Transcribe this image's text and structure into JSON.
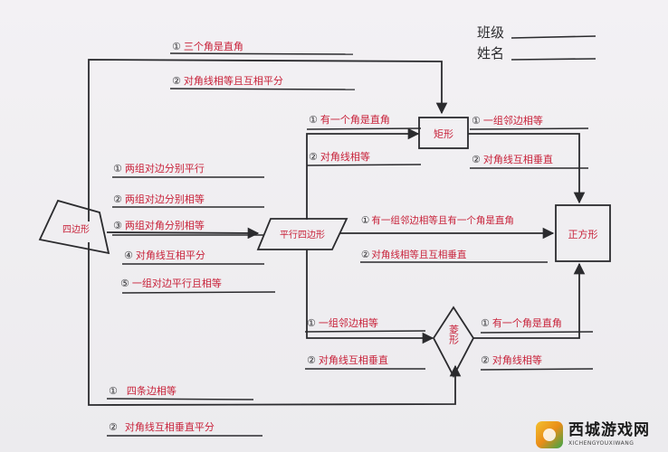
{
  "header": {
    "class_label": "班级",
    "name_label": "姓名"
  },
  "nodes": {
    "quadrilateral": "四边形",
    "parallelogram": "平行四边形",
    "rectangle": "矩形",
    "rhombus": "菱形",
    "square": "正方形"
  },
  "to_parallelogram": [
    {
      "num": "①",
      "text": "两组对边分别平行"
    },
    {
      "num": "②",
      "text": "两组对边分别相等"
    },
    {
      "num": "③",
      "text": "两组对角分别相等"
    },
    {
      "num": "④",
      "text": "对角线互相平分"
    },
    {
      "num": "⑤",
      "text": "一组对边平行且相等"
    }
  ],
  "quad_to_rectangle": [
    {
      "num": "①",
      "text": "三个角是直角"
    },
    {
      "num": "②",
      "text": "对角线相等且互相平分"
    }
  ],
  "para_to_rectangle": [
    {
      "num": "①",
      "text": "有一个角是直角"
    },
    {
      "num": "②",
      "text": "对角线相等"
    }
  ],
  "rect_to_square": [
    {
      "num": "①",
      "text": "一组邻边相等"
    },
    {
      "num": "②",
      "text": "对角线互相垂直"
    }
  ],
  "para_to_square": [
    {
      "num": "①",
      "text": "有一组邻边相等且有一个角是直角"
    },
    {
      "num": "②",
      "text": "对角线相等且互相垂直"
    }
  ],
  "para_to_rhombus": [
    {
      "num": "①",
      "text": "一组邻边相等"
    },
    {
      "num": "②",
      "text": "对角线互相垂直"
    }
  ],
  "rhombus_to_square": [
    {
      "num": "①",
      "text": "有一个角是直角"
    },
    {
      "num": "②",
      "text": "对角线相等"
    }
  ],
  "quad_to_rhombus": [
    {
      "num": "①",
      "text": "四条边相等"
    },
    {
      "num": "②",
      "text": "对角线互相垂直平分"
    }
  ],
  "watermark": {
    "name": "西城游戏网",
    "url": "XICHENGYOUXIWANG"
  }
}
